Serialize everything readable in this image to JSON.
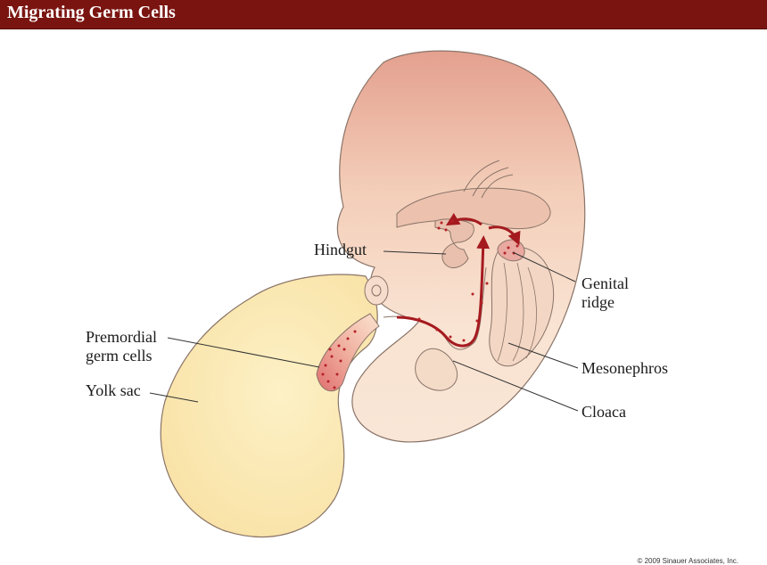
{
  "header": {
    "title": "Migrating Germ Cells"
  },
  "labels": {
    "hindgut": "Hindgut",
    "genital_ridge_line1": "Genital",
    "genital_ridge_line2": "ridge",
    "premordial_line1": "Premordial",
    "premordial_line2": "germ cells",
    "mesonephros": "Mesonephros",
    "yolk_sac": "Yolk sac",
    "cloaca": "Cloaca"
  },
  "footer": {
    "copyright": "© 2009 Sinauer Associates, Inc."
  },
  "colors": {
    "title_bar": "#7a1410",
    "embryo_top": "#e6a494",
    "embryo_body": "#f8e1cf",
    "yolk_sac": "#fbe6a8",
    "germ_cells": "#b52025",
    "outline": "#7a6a60"
  }
}
